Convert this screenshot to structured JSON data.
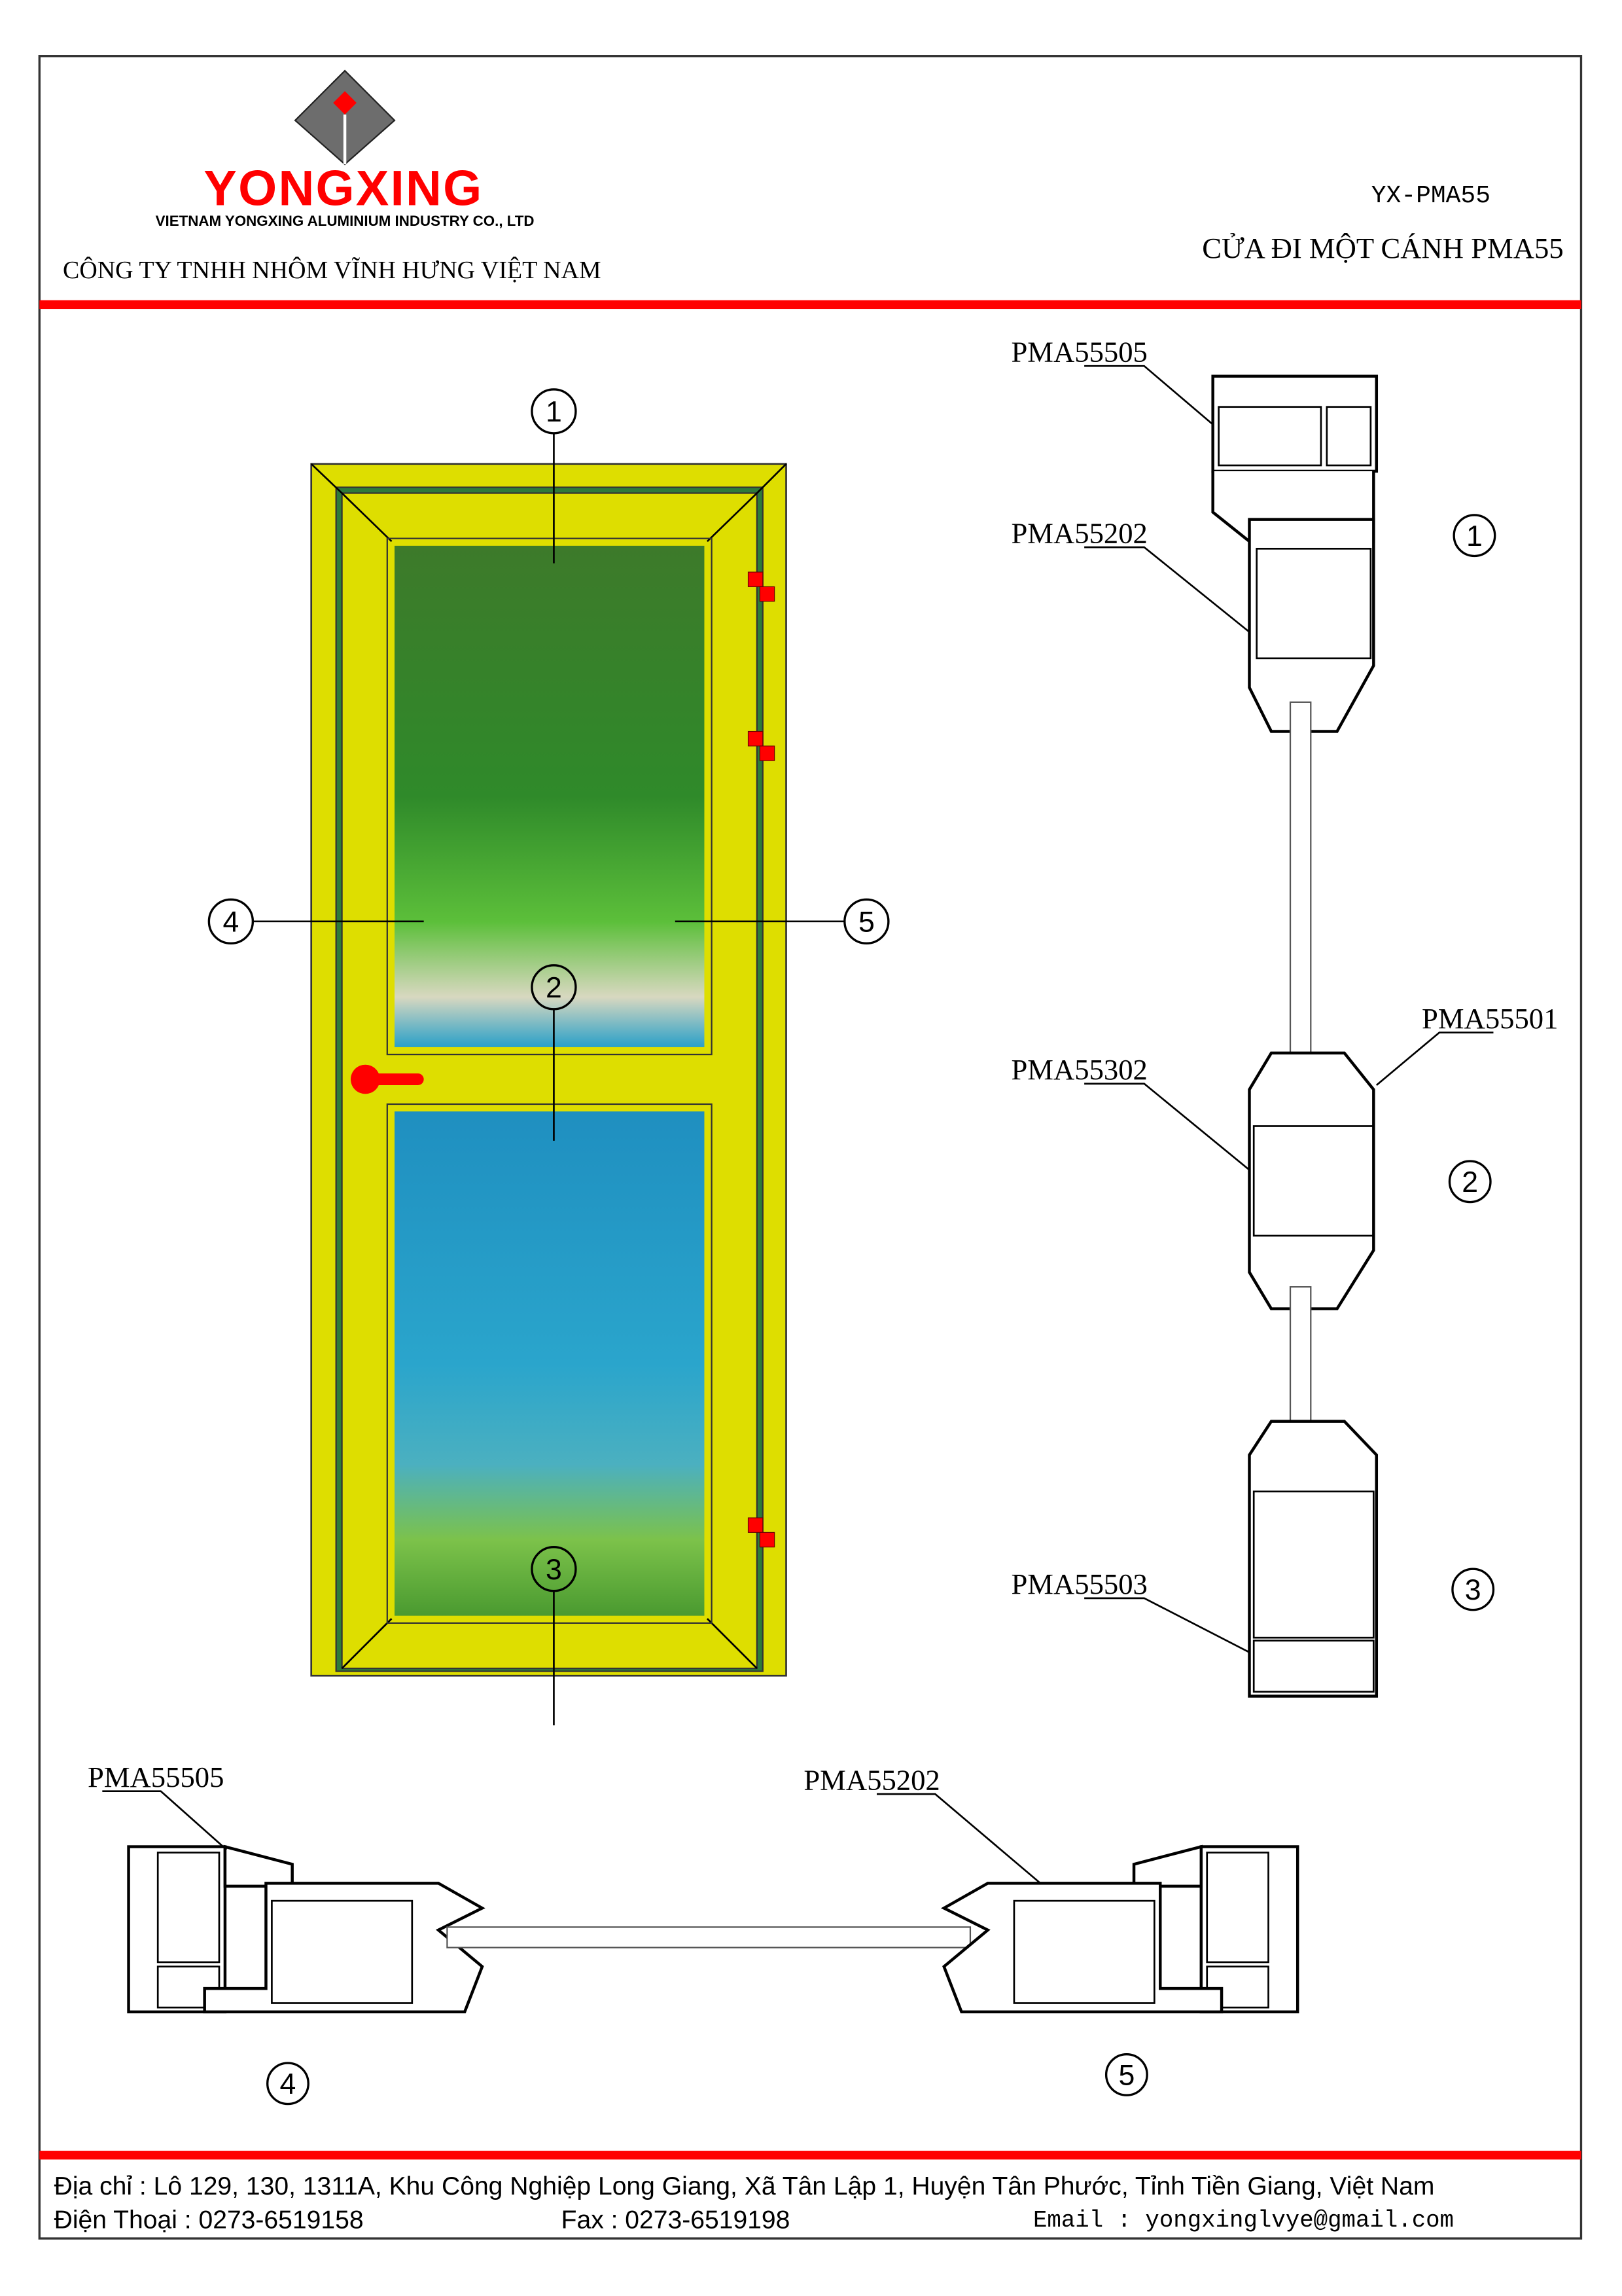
{
  "header": {
    "logo_text": "YONGXING",
    "logo_subtitle": "VIETNAM YONGXING ALUMINIUM INDUSTRY CO., LTD",
    "company_name": "CÔNG TY TNHH NHÔM VĨNH HƯNG VIỆT NAM",
    "drawing_code": "YX-PMA55",
    "drawing_title": "CỬA ĐI MỘT CÁNH PMA55"
  },
  "callouts": [
    "1",
    "2",
    "3",
    "4",
    "5"
  ],
  "profiles": {
    "top_frame": "PMA55505",
    "top_sash": "PMA55202",
    "glazing_bead": "PMA55501",
    "middle_rail": "PMA55302",
    "bottom_rail": "PMA55503",
    "left_frame": "PMA55505",
    "right_sash": "PMA55202"
  },
  "footer": {
    "address": "Địa chỉ : Lô 129, 130, 1311A, Khu Công Nghiệp Long Giang, Xã Tân Lập 1, Huyện Tân Phước, Tỉnh Tiền Giang, Việt Nam",
    "phone": "Điện Thoại : 0273-6519158",
    "fax": "Fax : 0273-6519198",
    "email": "Email : yongxinglvye@gmail.com"
  },
  "colors": {
    "accent": "#ff0000",
    "frame": "#dede00",
    "glass": "#2aa0c8"
  }
}
